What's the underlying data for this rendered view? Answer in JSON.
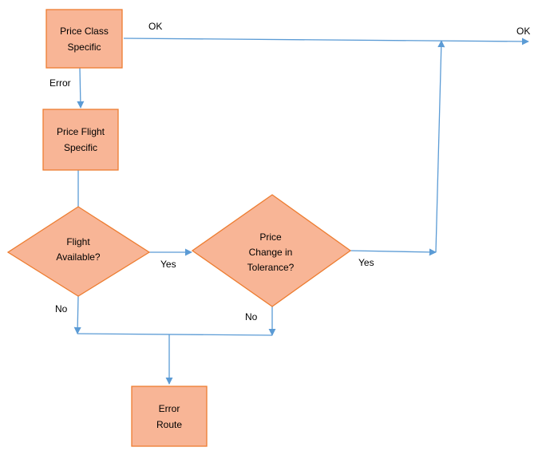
{
  "nodes": {
    "price_class": {
      "lines": [
        "Price Class",
        "Specific"
      ]
    },
    "price_flight": {
      "lines": [
        "Price Flight",
        "Specific"
      ]
    },
    "flight_available": {
      "lines": [
        "Flight",
        "Available?"
      ]
    },
    "price_change": {
      "lines": [
        "Price",
        "Change in",
        "Tolerance?"
      ]
    },
    "error_route": {
      "lines": [
        "Error",
        "Route"
      ]
    }
  },
  "edge_labels": {
    "ok_top": "OK",
    "ok_end": "OK",
    "error": "Error",
    "yes_1": "Yes",
    "yes_2": "Yes",
    "no_1": "No",
    "no_2": "No"
  },
  "colors": {
    "node_fill": "#F8B596",
    "node_stroke": "#ED7D31",
    "connector": "#5B9BD5"
  }
}
